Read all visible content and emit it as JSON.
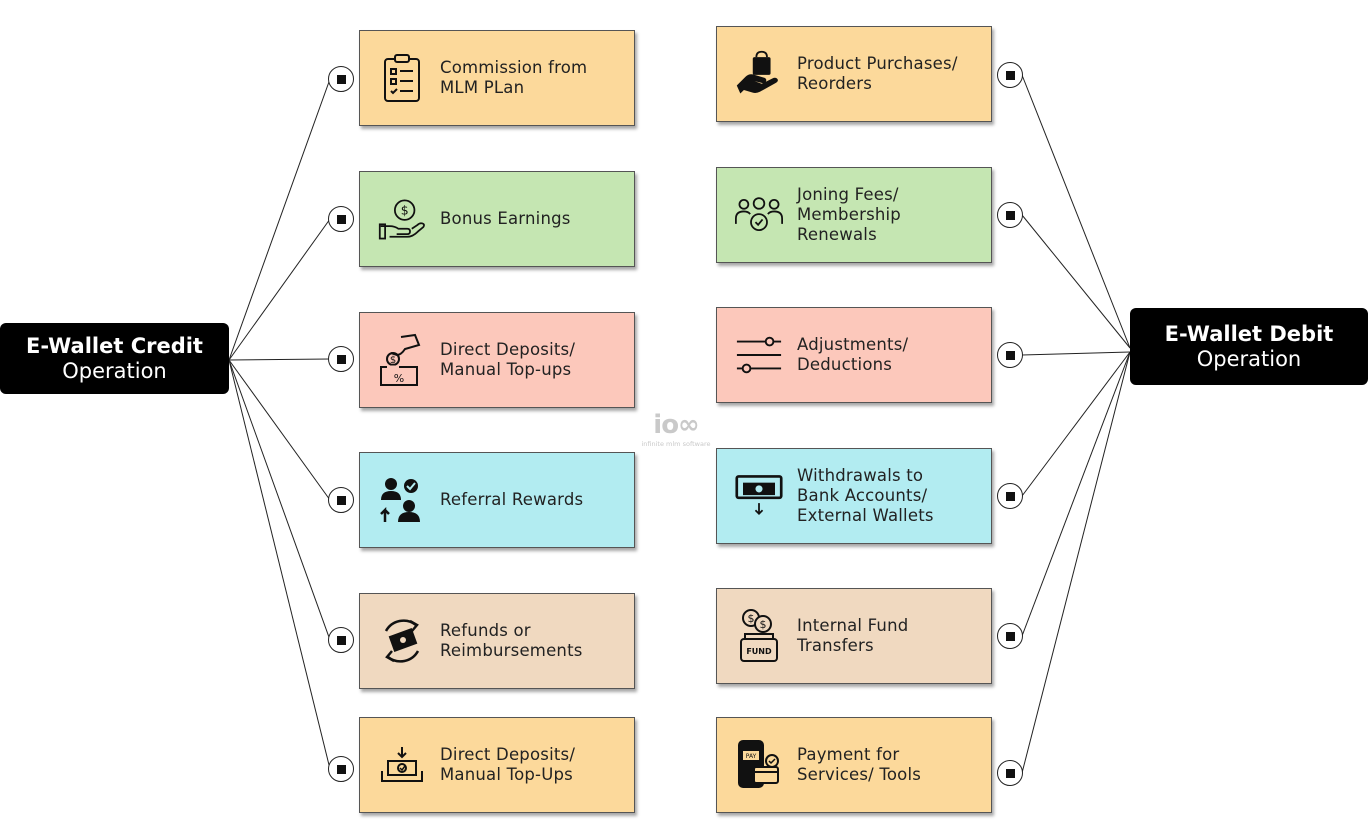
{
  "left_hub": {
    "title": "E-Wallet Credit",
    "subtitle": "Operation"
  },
  "right_hub": {
    "title": "E-Wallet Debit",
    "subtitle": "Operation"
  },
  "left_items": [
    {
      "line1": "Commission from",
      "line2": "MLM PLan",
      "line3": "",
      "icon": "clipboard-checklist-icon"
    },
    {
      "line1": "Bonus Earnings",
      "line2": "",
      "line3": "",
      "icon": "hand-coin-icon"
    },
    {
      "line1": "Direct Deposits/",
      "line2": "Manual Top-ups",
      "line3": "",
      "icon": "hand-deposit-box-icon"
    },
    {
      "line1": "Referral Rewards",
      "line2": "",
      "line3": "",
      "icon": "referral-people-icon"
    },
    {
      "line1": "Refunds or",
      "line2": "Reimbursements",
      "line3": "",
      "icon": "refund-cash-cycle-icon"
    },
    {
      "line1": "Direct Deposits/",
      "line2": "Manual Top-Ups",
      "line3": "",
      "icon": "cash-tray-deposit-icon"
    }
  ],
  "right_items": [
    {
      "line1": "Product Purchases/",
      "line2": "Reorders",
      "line3": "",
      "icon": "hand-shopping-bag-icon"
    },
    {
      "line1": "Joning Fees/",
      "line2": "Membership",
      "line3": "Renewals",
      "icon": "group-check-icon"
    },
    {
      "line1": "Adjustments/",
      "line2": "Deductions",
      "line3": "",
      "icon": "sliders-icon"
    },
    {
      "line1": "Withdrawals to",
      "line2": "Bank Accounts/",
      "line3": "External Wallets",
      "icon": "atm-withdrawal-icon"
    },
    {
      "line1": "Internal Fund",
      "line2": "Transfers",
      "line3": "",
      "icon": "fund-jar-coins-icon"
    },
    {
      "line1": "Payment for",
      "line2": "Services/ Tools",
      "line3": "",
      "icon": "mobile-pay-icon"
    }
  ],
  "logo": {
    "mark": "io∞",
    "tagline": "infinite mlm software"
  },
  "colors": {
    "yellow": "#fcd99b",
    "green": "#c5e6b2",
    "pink": "#fcc8bb",
    "cyan": "#b2ecf1",
    "tan": "#f0d9c0",
    "hub": "#000000"
  }
}
